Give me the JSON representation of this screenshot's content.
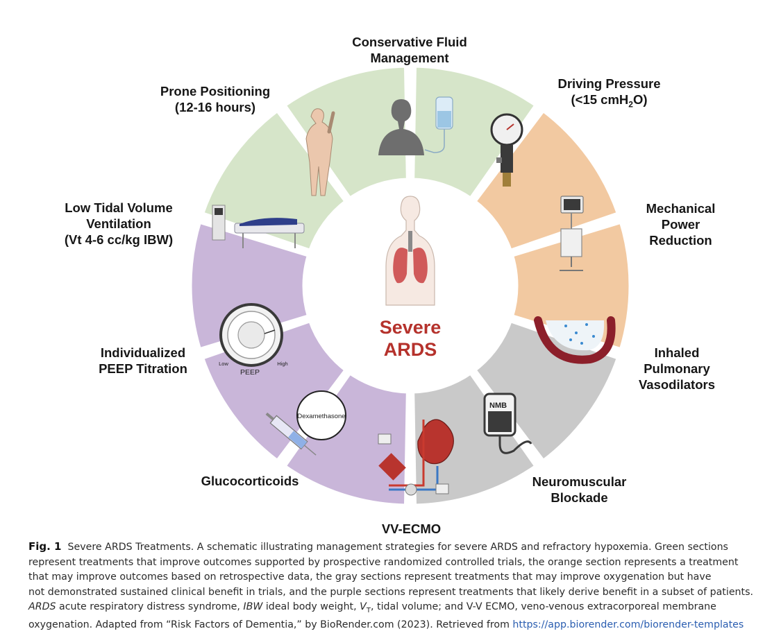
{
  "center": {
    "line1": "Severe",
    "line2": "ARDS"
  },
  "segments": [
    {
      "id": "conservative-fluid",
      "category": "green",
      "label": [
        "Conservative Fluid",
        "Management"
      ]
    },
    {
      "id": "driving-pressure",
      "category": "orange",
      "label": [
        "Driving Pressure",
        "(<15 cmH",
        "2",
        "O)"
      ]
    },
    {
      "id": "mechanical-power",
      "category": "orange",
      "label": [
        "Mechanical",
        "Power",
        "Reduction"
      ]
    },
    {
      "id": "inhaled-vasodilators",
      "category": "gray",
      "label": [
        "Inhaled",
        "Pulmonary",
        "Vasodilators"
      ]
    },
    {
      "id": "neuromuscular-blockade",
      "category": "gray",
      "label": [
        "Neuromuscular",
        "Blockade"
      ]
    },
    {
      "id": "vv-ecmo",
      "category": "purple",
      "label": [
        "VV-ECMO"
      ]
    },
    {
      "id": "glucocorticoids",
      "category": "purple",
      "label": [
        "Glucocorticoids"
      ]
    },
    {
      "id": "peep-titration",
      "category": "purple",
      "label": [
        "Individualized",
        "PEEP Titration"
      ]
    },
    {
      "id": "low-tidal-volume",
      "category": "green",
      "label": [
        "Low Tidal Volume",
        "Ventilation",
        "(Vt 4-6 cc/kg IBW)"
      ]
    },
    {
      "id": "prone-positioning",
      "category": "green",
      "label": [
        "Prone Positioning",
        "(12-16 hours)"
      ]
    }
  ],
  "icon_text": {
    "nmb_bag": "NMB",
    "dexamethasone": "Dexamethasone",
    "peep_dial_label": "PEEP",
    "peep_low": "Low",
    "peep_high": "High"
  },
  "colors": {
    "green": "#d6e5c9",
    "orange": "#f2c9a1",
    "gray": "#c9c9c9",
    "purple": "#c9b6d9",
    "center_text": "#b5322c",
    "lung": "#d05a5a",
    "link": "#2a5db0"
  },
  "caption": {
    "fig_label": "Fig. 1",
    "lines": [
      "Severe ARDS Treatments. A schematic illustrating management strategies for severe ARDS and refractory hypoxemia. Green sections",
      "represent treatments that improve outcomes supported by prospective randomized controlled trials, the orange section represents a treatment",
      "that may improve outcomes based on retrospective data, the gray sections represent treatments that may improve oxygenation but have",
      "not demonstrated sustained clinical benefit in trials, and the purple sections represent treatments that likely derive benefit in a subset of patients."
    ],
    "abbr_ards": "ARDS",
    "abbr_ards_def": " acute respiratory distress syndrome, ",
    "abbr_ibw": "IBW",
    "abbr_ibw_def": " ideal body weight, ",
    "abbr_vt": "V",
    "abbr_vt_sub": "T",
    "abbr_vt_def": ", tidal volume; and V-V ECMO, veno-venous extracorporeal membrane",
    "last_line": "oxygenation. Adapted from “Risk Factors of Dementia,” by BioRender.com (2023). Retrieved from ",
    "link": "https://app.biorender.com/biorender-templates"
  }
}
